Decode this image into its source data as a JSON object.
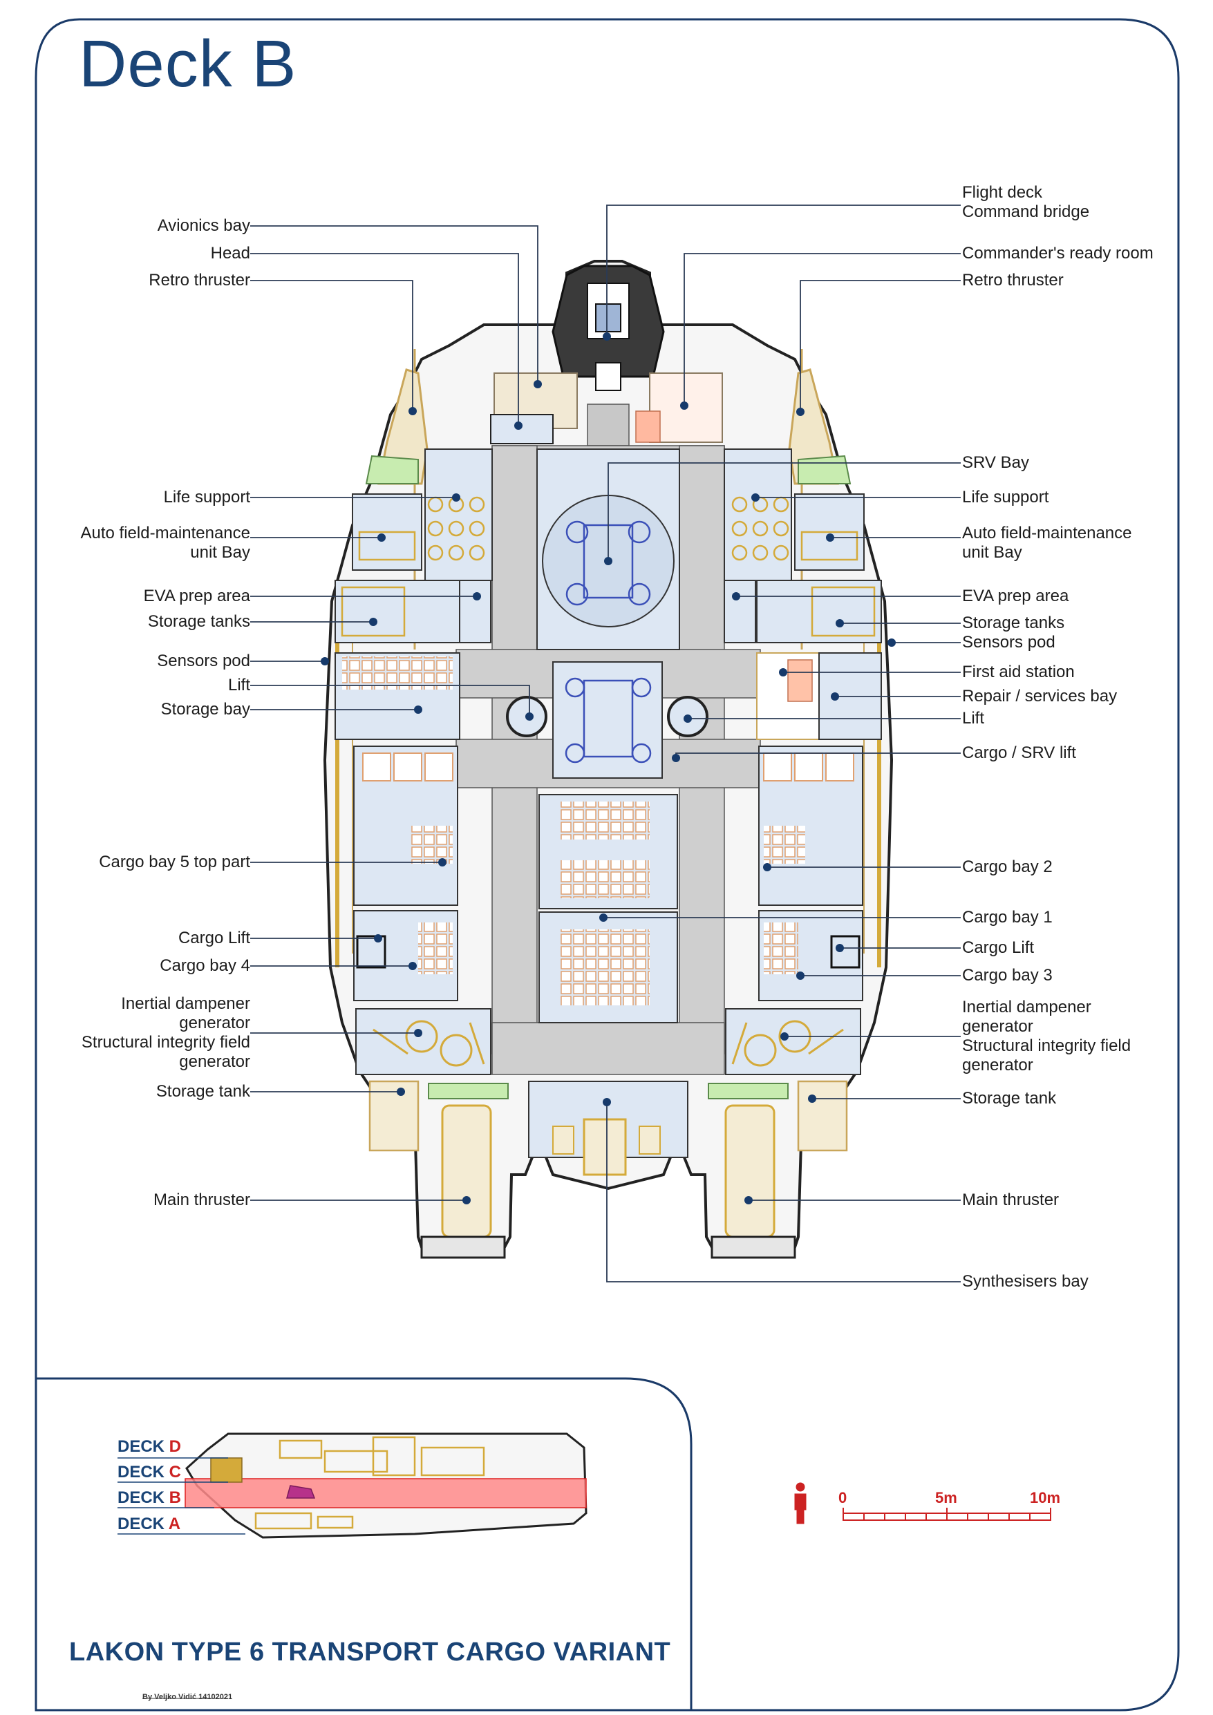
{
  "title": "Deck B",
  "labels_left": [
    {
      "id": "avionics-bay",
      "text": "Avionics bay"
    },
    {
      "id": "head",
      "text": "Head"
    },
    {
      "id": "retro-thruster-left",
      "text": "Retro thruster"
    },
    {
      "id": "life-support-left",
      "text": "Life support"
    },
    {
      "id": "auto-field-left",
      "text": "Auto field-maintenance\nunit Bay"
    },
    {
      "id": "eva-prep-left",
      "text": "EVA prep area"
    },
    {
      "id": "storage-tanks-left",
      "text": "Storage tanks"
    },
    {
      "id": "sensors-pod-left",
      "text": "Sensors pod"
    },
    {
      "id": "lift-left",
      "text": "Lift"
    },
    {
      "id": "storage-bay-left",
      "text": "Storage bay"
    },
    {
      "id": "cargo-bay-5",
      "text": "Cargo bay 5 top part"
    },
    {
      "id": "cargo-lift-left",
      "text": "Cargo Lift"
    },
    {
      "id": "cargo-bay-4",
      "text": "Cargo bay 4"
    },
    {
      "id": "inertial-left",
      "text": "Inertial dampener\ngenerator\nStructural integrity field\ngenerator"
    },
    {
      "id": "storage-tank-left",
      "text": "Storage tank"
    },
    {
      "id": "main-thruster-left",
      "text": "Main thruster"
    }
  ],
  "labels_right": [
    {
      "id": "flight-deck",
      "text": "Flight deck\nCommand bridge"
    },
    {
      "id": "ready-room",
      "text": "Commander's ready room"
    },
    {
      "id": "retro-thruster-right",
      "text": "Retro thruster"
    },
    {
      "id": "srv-bay",
      "text": "SRV Bay"
    },
    {
      "id": "life-support-right",
      "text": "Life support"
    },
    {
      "id": "auto-field-right",
      "text": "Auto field-maintenance\nunit Bay"
    },
    {
      "id": "eva-prep-right",
      "text": "EVA prep area"
    },
    {
      "id": "storage-tanks-right",
      "text": "Storage tanks\nSensors pod"
    },
    {
      "id": "first-aid",
      "text": "First aid station"
    },
    {
      "id": "repair-bay",
      "text": "Repair / services bay"
    },
    {
      "id": "lift-right",
      "text": "Lift"
    },
    {
      "id": "cargo-srv-lift",
      "text": "Cargo / SRV lift"
    },
    {
      "id": "cargo-bay-2",
      "text": "Cargo bay 2"
    },
    {
      "id": "cargo-bay-1",
      "text": "Cargo bay 1"
    },
    {
      "id": "cargo-lift-right",
      "text": "Cargo Lift"
    },
    {
      "id": "cargo-bay-3",
      "text": "Cargo bay 3"
    },
    {
      "id": "inertial-right",
      "text": "Inertial dampener\ngenerator\nStructural integrity field\ngenerator"
    },
    {
      "id": "storage-tank-right",
      "text": "Storage tank"
    },
    {
      "id": "main-thruster-right",
      "text": "Main thruster"
    },
    {
      "id": "synthesisers-bay",
      "text": "Synthesisers bay"
    }
  ],
  "deck_selector": [
    {
      "prefix": "DECK ",
      "letter": "D"
    },
    {
      "prefix": "DECK ",
      "letter": "C"
    },
    {
      "prefix": "DECK ",
      "letter": "B"
    },
    {
      "prefix": "DECK ",
      "letter": "A"
    }
  ],
  "selected_deck": "B",
  "scale": {
    "labels": [
      "0",
      "5m",
      "10m"
    ]
  },
  "ship_name": "LAKON TYPE 6 TRANSPORT CARGO VARIANT",
  "credit": "By Veljko Vidić 14102021",
  "colors": {
    "title": "#1a4476",
    "accent_red": "#cc2222",
    "room_fill": "#dde7f3",
    "corridor": "#cfcfcf",
    "machinery": "#d4aa3a",
    "leader": "#2b3b55",
    "dot": "#163a6b"
  }
}
